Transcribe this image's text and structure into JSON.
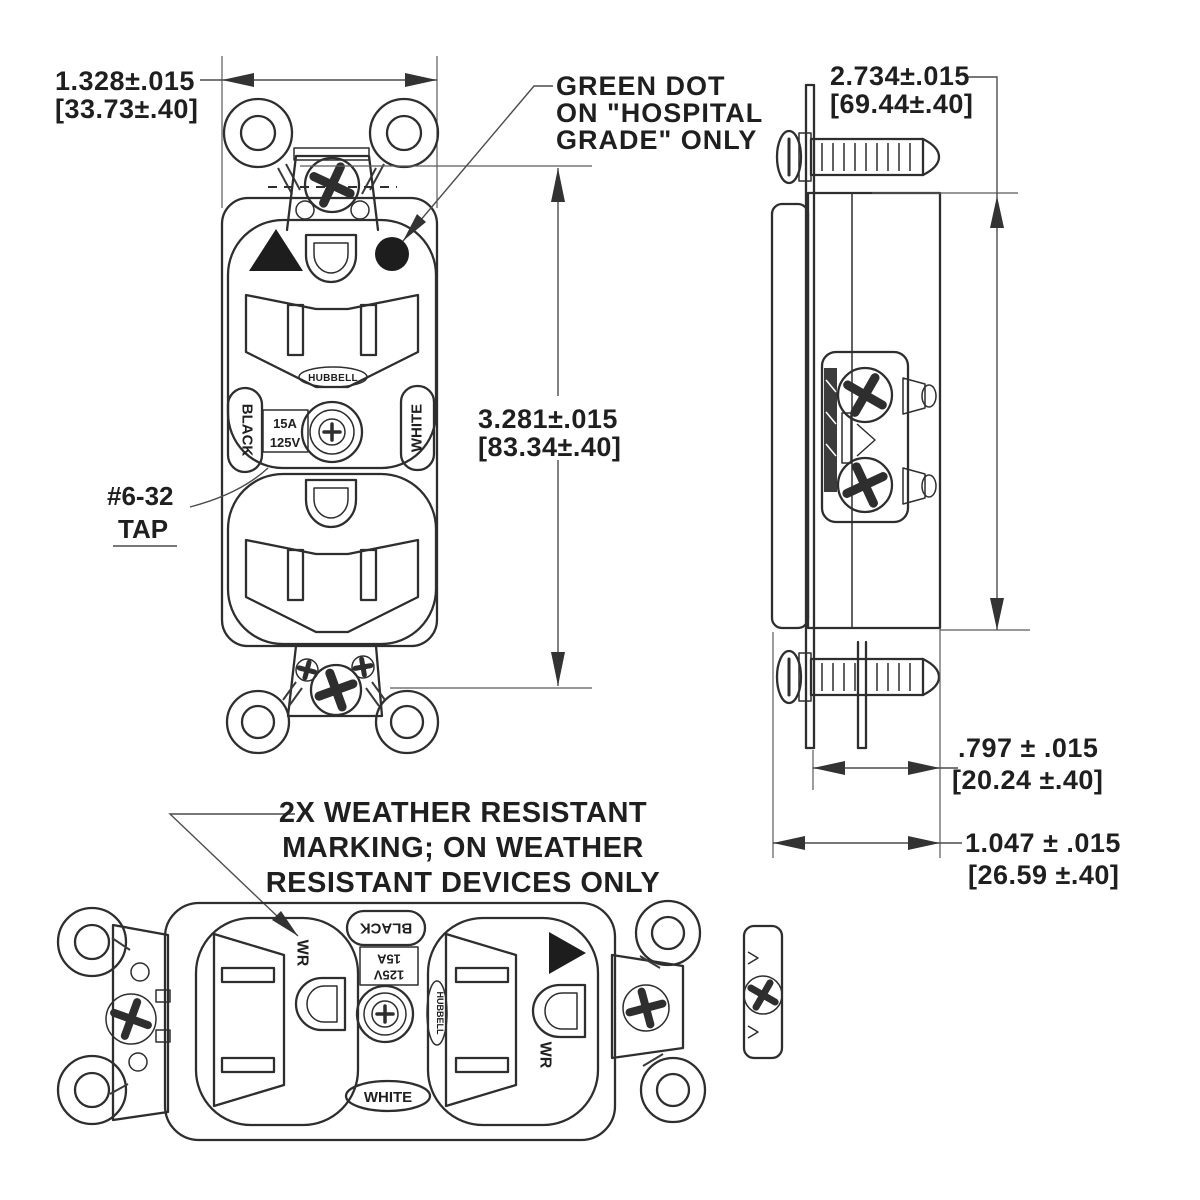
{
  "drawing": {
    "dimensions": {
      "front_width": {
        "inches": "1.328±.015",
        "mm": "[33.73±.40]"
      },
      "front_height": {
        "inches": "3.281±.015",
        "mm": "[83.34±.40]"
      },
      "side_height": {
        "inches": "2.734±.015",
        "mm": "[69.44±.40]"
      },
      "face_depth": {
        "inches": ".797  ± .015",
        "mm": "[20.24 ±.40]"
      },
      "overall_depth": {
        "inches": "1.047 ± .015",
        "mm": "[26.59 ±.40]"
      }
    },
    "callouts": {
      "green_dot": {
        "line1": "GREEN DOT",
        "line2": "ON \"HOSPITAL",
        "line3": "GRADE\" ONLY"
      },
      "tap": {
        "line1": "#6-32",
        "line2": "TAP"
      },
      "weather_resistant": {
        "line1": "2X WEATHER RESISTANT",
        "line2": "MARKING; ON WEATHER",
        "line3": "RESISTANT DEVICES ONLY"
      }
    },
    "device_labels": {
      "brand": "HUBBELL",
      "black": "BLACK",
      "white": "WHITE",
      "amps": "15A",
      "volts": "125V",
      "wr": "WR"
    }
  }
}
